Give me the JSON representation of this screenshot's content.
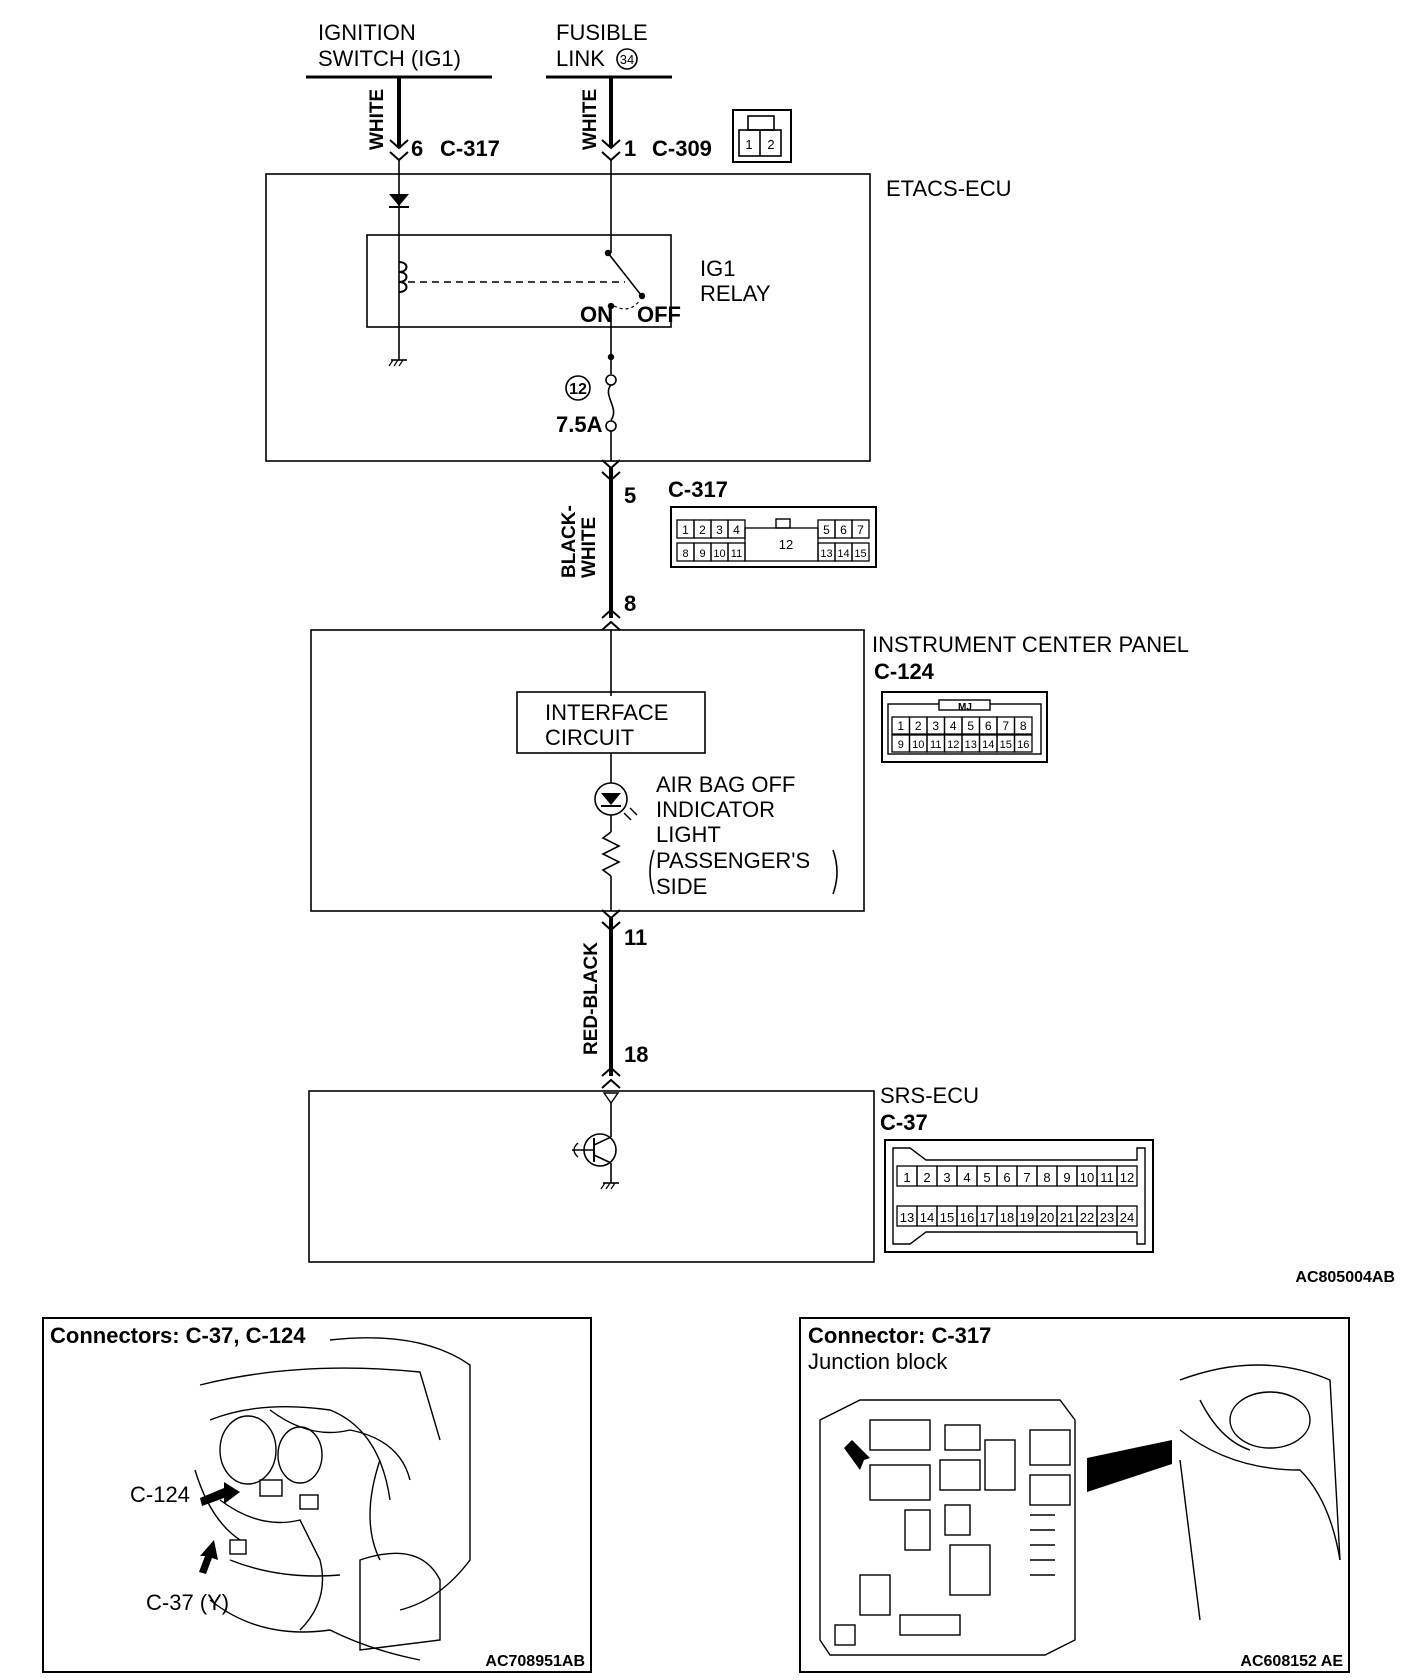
{
  "supplies": {
    "ignition": {
      "line1": "IGNITION",
      "line2": "SWITCH (IG1)",
      "wire": "WHITE",
      "pin": "6",
      "connector": "C-317"
    },
    "fusible": {
      "line1": "FUSIBLE",
      "line2": "LINK",
      "link_no": "34",
      "wire": "WHITE",
      "pin": "1",
      "connector": "C-309"
    }
  },
  "c309_pins": [
    "1",
    "2"
  ],
  "etacs": {
    "title": "ETACS-ECU",
    "relay_line1": "IG1",
    "relay_line2": "RELAY",
    "on": "ON",
    "off": "OFF",
    "fuse_no": "12",
    "fuse_rating": "7.5A"
  },
  "wire_bw": {
    "pin_top": "5",
    "pin_bottom": "8",
    "color_line1": "BLACK-",
    "color_line2": "WHITE"
  },
  "c317": {
    "label": "C-317",
    "pins_top": [
      "1",
      "2",
      "3",
      "4",
      "5",
      "6",
      "7"
    ],
    "pins_bottom": [
      "8",
      "9",
      "10",
      "11",
      "13",
      "14",
      "15"
    ],
    "center": "12"
  },
  "icp": {
    "title": "INSTRUMENT CENTER PANEL",
    "connector": "C-124",
    "interface_line1": "INTERFACE",
    "interface_line2": "CIRCUIT",
    "light_line1": "AIR BAG OFF",
    "light_line2": "INDICATOR",
    "light_line3": "LIGHT",
    "light_line4": "PASSENGER'S",
    "light_line5": "SIDE"
  },
  "c124": {
    "tag": "MJ",
    "pins_top": [
      "1",
      "2",
      "3",
      "4",
      "5",
      "6",
      "7",
      "8"
    ],
    "pins_bottom": [
      "9",
      "10",
      "11",
      "12",
      "13",
      "14",
      "15",
      "16"
    ]
  },
  "wire_rb": {
    "pin_top": "11",
    "pin_bottom": "18",
    "color": "RED-BLACK"
  },
  "srs": {
    "title": "SRS-ECU",
    "connector": "C-37"
  },
  "c37": {
    "pins_top": [
      "1",
      "2",
      "3",
      "4",
      "5",
      "6",
      "7",
      "8",
      "9",
      "10",
      "11",
      "12"
    ],
    "pins_bottom": [
      "13",
      "14",
      "15",
      "16",
      "17",
      "18",
      "19",
      "20",
      "21",
      "22",
      "23",
      "24"
    ]
  },
  "diagram_code": "AC805004AB",
  "panel_left": {
    "title": "Connectors: C-37, C-124",
    "callout1": "C-124",
    "callout2": "C-37 (Y)",
    "code": "AC708951AB"
  },
  "panel_right": {
    "title": "Connector: C-317",
    "subtitle": "Junction block",
    "code": "AC608152 AE"
  }
}
